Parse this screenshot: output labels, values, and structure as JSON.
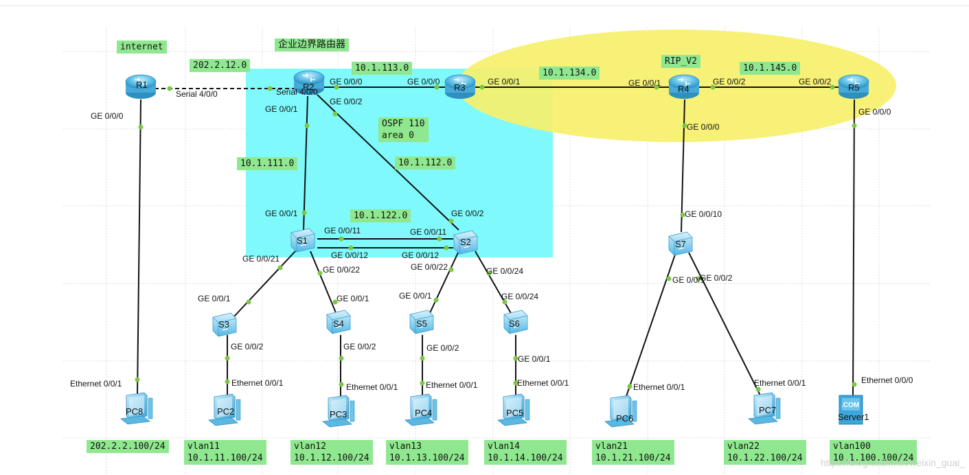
{
  "title_cn": "企业边界路由器",
  "networks": {
    "internet": "internet",
    "n202": "202.2.12.0",
    "n113": "10.1.113.0",
    "n134": "10.1.134.0",
    "n145": "10.1.145.0",
    "n111": "10.1.111.0",
    "n112": "10.1.112.0",
    "n122": "10.1.122.0",
    "rip": "RIP_V2",
    "ospf1": "OSPF 110",
    "ospf2": "area 0"
  },
  "devices": {
    "R1": "R1",
    "R2": "R2",
    "R3": "R3",
    "R4": "R4",
    "R5": "R5",
    "S1": "S1",
    "S2": "S2",
    "S3": "S3",
    "S4": "S4",
    "S5": "S5",
    "S6": "S6",
    "S7": "S7",
    "PC8": "PC8",
    "PC2": "PC2",
    "PC3": "PC3",
    "PC4": "PC4",
    "PC5": "PC5",
    "PC6": "PC6",
    "PC7": "PC7",
    "Server1": "Server1",
    "server_com": ".COM"
  },
  "interfaces": {
    "r1_ser": "Serial 4/0/0",
    "r1_ge": "GE 0/0/0",
    "r2_ser": "Serial 4/0/0",
    "r2_ge000": "GE 0/0/0",
    "r2_ge001": "GE 0/0/1",
    "r2_ge002": "GE 0/0/2",
    "r3_ge000": "GE 0/0/0",
    "r3_ge001": "GE 0/0/1",
    "r4_ge001": "GE 0/0/1",
    "r4_ge002": "GE 0/0/2",
    "r4_ge000": "GE 0/0/0",
    "r5_ge002": "GE 0/0/2",
    "r5_ge000": "GE 0/0/0",
    "s1_ge001": "GE 0/0/1",
    "s1_ge011": "GE 0/0/11",
    "s1_ge012": "GE 0/0/12",
    "s1_ge021": "GE 0/0/21",
    "s1_ge022": "GE 0/0/22",
    "s2_ge002": "GE 0/0/2",
    "s2_ge011": "GE 0/0/11",
    "s2_ge012": "GE 0/0/12",
    "s2_ge022": "GE 0/0/22",
    "s2_ge024": "GE 0/0/24",
    "s3_ge001": "GE 0/0/1",
    "s3_ge002": "GE 0/0/2",
    "s4_ge001": "GE 0/0/1",
    "s4_ge002": "GE 0/0/2",
    "s5_ge001": "GE 0/0/1",
    "s5_ge002": "GE 0/0/2",
    "s6_ge024": "GE 0/0/24",
    "s6_ge001": "GE 0/0/1",
    "s7_ge010": "GE 0/0/10",
    "s7_ge001": "GE 0/0/1",
    "s7_ge002": "GE 0/0/2",
    "pc8_eth": "Ethernet 0/0/1",
    "pc2_eth": "Ethernet 0/0/1",
    "pc3_eth": "Ethernet 0/0/1",
    "pc4_eth": "Ethernet 0/0/1",
    "pc5_eth": "Ethernet 0/0/1",
    "pc6_eth": "Ethernet 0/0/1",
    "pc7_eth": "Ethernet 0/0/1",
    "server_eth": "Ethernet 0/0/0"
  },
  "subnets": {
    "pc8": "202.2.2.100/24",
    "pc2_vlan": "vlan11",
    "pc2_ip": "10.1.11.100/24",
    "pc3_vlan": "vlan12",
    "pc3_ip": "10.1.12.100/24",
    "pc4_vlan": "vlan13",
    "pc4_ip": "10.1.13.100/24",
    "pc5_vlan": "vlan14",
    "pc5_ip": "10.1.14.100/24",
    "pc6_vlan": "vlan21",
    "pc6_ip": "10.1.21.100/24",
    "pc7_vlan": "vlan22",
    "pc7_ip": "10.1.22.100/24",
    "srv_vlan": "vlan100",
    "srv_ip": "10.1.100.100/24"
  },
  "watermark": "https://blog.csdn.net/weixin_guai_",
  "colors": {
    "ospf_area": "#7ff9fb",
    "rip_area": "#f6f06c",
    "label_bg": "#8fe88f",
    "link": "#111111",
    "port_dot": "#7ac943",
    "device_blue": "#4fb3dd",
    "grid": "#d9d9d9"
  }
}
